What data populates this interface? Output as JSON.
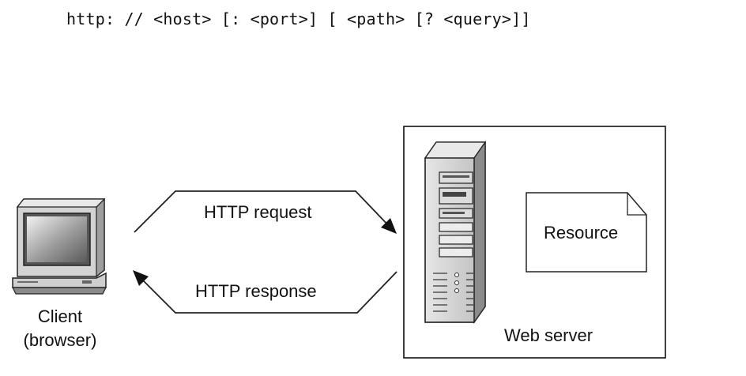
{
  "url_syntax": "http: // <host> [: <port>] [ <path> [? <query>]]",
  "client": {
    "name": "Client",
    "subtitle": "(browser)"
  },
  "arrows": {
    "request": "HTTP request",
    "response": "HTTP response"
  },
  "server": {
    "label": "Web server",
    "resource": "Resource"
  }
}
